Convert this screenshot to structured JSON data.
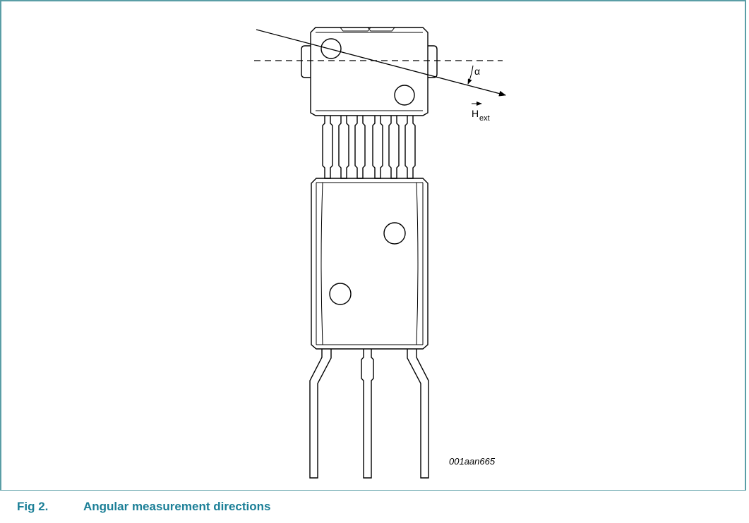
{
  "figure": {
    "number": "Fig 2.",
    "title": "Angular measurement directions",
    "drawing_id": "001aan665"
  },
  "labels": {
    "angle": "α",
    "field_main": "H",
    "field_sub": "ext"
  },
  "colors": {
    "frame": "#5a9ea6",
    "caption": "#1b7f97",
    "line": "#000000"
  }
}
